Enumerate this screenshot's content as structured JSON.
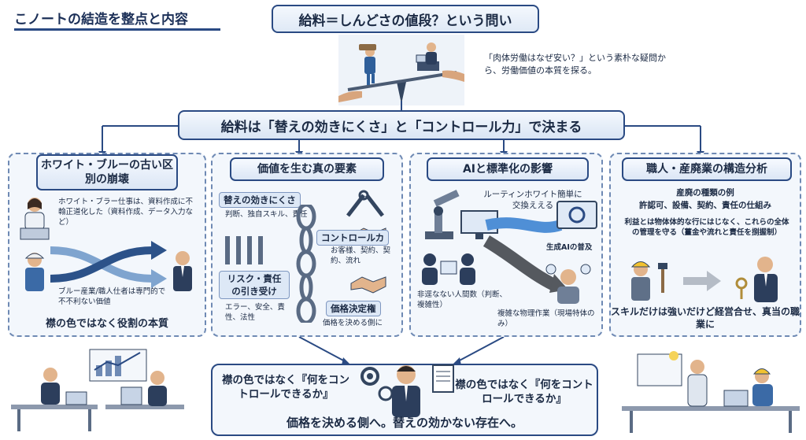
{
  "header": {
    "title": "こノートの結造を整点と内容",
    "question": "給料＝しんどさの値段？という問い",
    "intro": "「肉体労働はなぜ安い？」という素朴な疑問から、労働価値の本質を探る。"
  },
  "central_claim": "給料は「替えの効きにくさ」と「コントロール力」で決まる",
  "panels": [
    {
      "title": "ホワイト・ブルーの古い区別の崩壊",
      "white_collar_text": "ホワイト・ブラー仕事は、資料作成に不翰正道化した（資料作成、データ入力など）",
      "blue_collar_text": "ブルー産業/職人仕者は専門的で不不利ない価値",
      "conclusion": "襟の色ではなく役割の本質"
    },
    {
      "title": "価値を生む真の要素",
      "factor1_title": "替えの効きにくさ",
      "factor1_desc": "判断、独自スキル、責任",
      "factor2_title": "コントロールカ",
      "factor2_desc": "お客様、契約、契約、流れ",
      "factor3_title": "リスク・責任の引き受け",
      "factor3_desc": "エラー、安全、責性、法性",
      "factor4_title": "価格決定権",
      "factor4_desc": "価格を決める側に"
    },
    {
      "title": "AIと標準化の影響",
      "routine_text": "ルーティンホワイト簡単に交換ええる",
      "ai_label": "生成AIの普及",
      "human_text": "非逕なない人間数（判断、複雑性）",
      "physical_text": "複雑な物理作業（現場特体のみ）"
    },
    {
      "title": "職人・産廃業の構造分析",
      "example_title": "産廃の種類の例",
      "example_text": "許認可、設備、契約、責任の仕組み",
      "profit_text": "利益とは物体体的な行にはじなく、これらの全体の管理を守る（薑金や流れと責任を捌握制）",
      "conclusion": "スキルだけは強いだけど経営合せ、真当の職業に"
    }
  ],
  "bottom": {
    "left_text": "襟の色ではなく『何をコントロールできるか』",
    "right_text": "襟の色ではなく『何をコントロールできるか』",
    "conclusion": "価格を決める側へ。替えの効かない存在へ。"
  },
  "colors": {
    "navy": "#1b2f57",
    "border_blue": "#2a4a83",
    "panel_bg": "#f3f7fc",
    "dashed_border": "#6f8ab4"
  }
}
